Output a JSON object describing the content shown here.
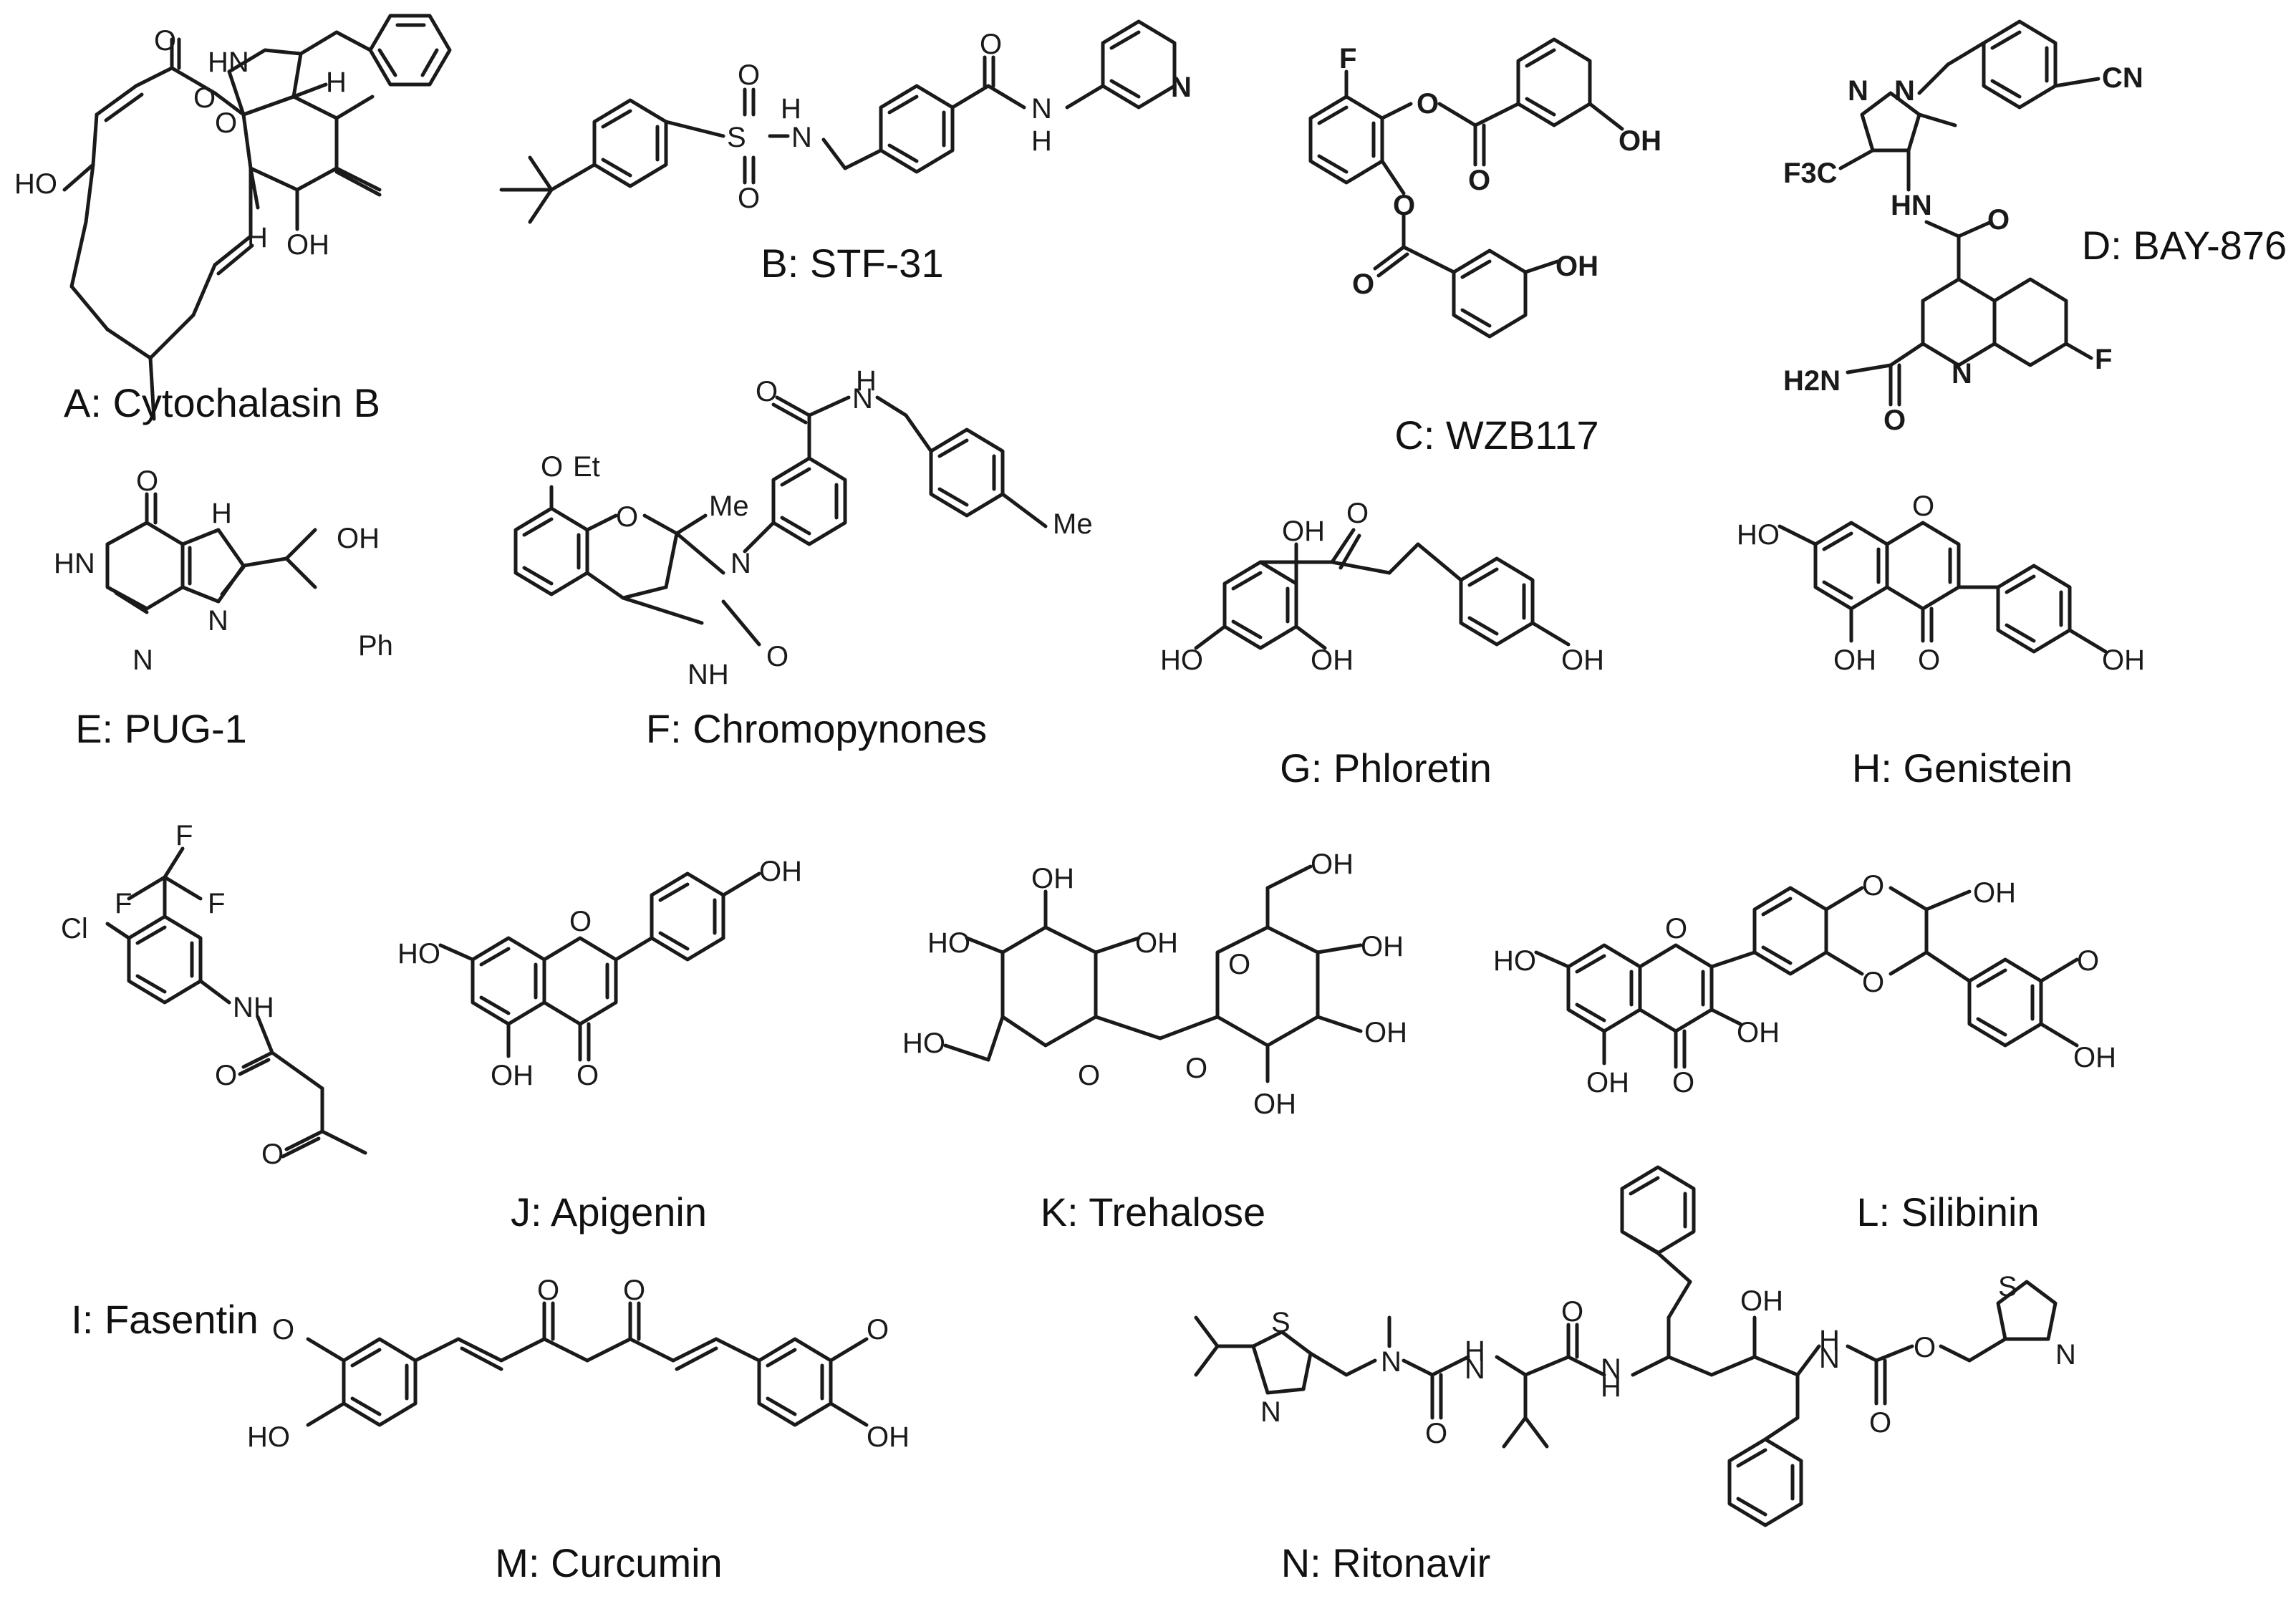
{
  "compounds": [
    {
      "label": "A: Cytochalasin B"
    },
    {
      "label": "B: STF-31"
    },
    {
      "label": "C: WZB117"
    },
    {
      "label": "D: BAY-876"
    },
    {
      "label": "E: PUG-1"
    },
    {
      "label": "F: Chromopynones"
    },
    {
      "label": "G: Phloretin"
    },
    {
      "label": "H: Genistein"
    },
    {
      "label": "I: Fasentin"
    },
    {
      "label": "J: Apigenin"
    },
    {
      "label": "K: Trehalose"
    },
    {
      "label": "L: Silibinin"
    },
    {
      "label": "M: Curcumin"
    },
    {
      "label": "N: Ritonavir"
    }
  ],
  "atoms": {
    "O": "O",
    "OH": "OH",
    "HO": "HO",
    "HN": "HN",
    "NH": "NH",
    "N": "N",
    "H": "H",
    "S": "S",
    "F": "F",
    "Cl": "Cl",
    "CN": "CN",
    "Et": "Et",
    "Me": "Me",
    "Ph": "Ph",
    "F3C": "F3C",
    "H2N": "H2N"
  }
}
